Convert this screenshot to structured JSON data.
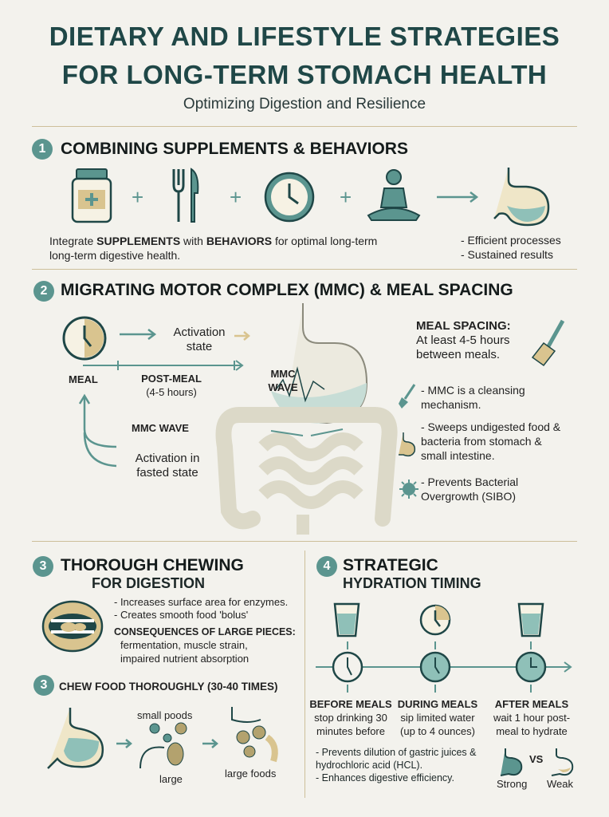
{
  "header": {
    "title_line1": "DIETARY AND LIFESTYLE STRATEGIES",
    "title_line2": "FOR LONG-TERM STOMACH HEALTH",
    "subtitle": "Optimizing Digestion and Resilience"
  },
  "section1": {
    "number": "1",
    "title": "COMBINING SUPPLEMENTS & BEHAVIORS",
    "icons": [
      "supplement-bottle-icon",
      "fork-knife-icon",
      "clock-icon",
      "meditation-icon",
      "stomach-icon"
    ],
    "plus": "+",
    "text_pre": "Integrate ",
    "text_b1": "SUPPLEMENTS",
    "text_mid": " with ",
    "text_b2": "BEHAVIORS",
    "text_post": " for optimal long-term",
    "text_line2": "long-term digestive health.",
    "results": [
      "- Efficient processes",
      "- Sustained results"
    ]
  },
  "section2": {
    "number": "2",
    "title": "MIGRATING MOTOR COMPLEX (MMC) & MEAL SPACING",
    "activation_state": "Activation state",
    "meal": "MEAL",
    "post_meal": "POST-MEAL",
    "post_meal_hours": "(4-5 hours)",
    "mmc_wave_stomach": "MMC WAVE",
    "mmc_wave": "MMC WAVE",
    "activation_fasted": "Activation in fasted state",
    "meal_spacing_title": "MEAL SPACING:",
    "meal_spacing_text": "At least 4-5 hours between meals.",
    "bullets": [
      "- MMC is a cleansing mechanism.",
      "- Sweeps undigested food & bacteria from stomach & small intestine.",
      "- Prevents Bacterial Overgrowth (SIBO)"
    ]
  },
  "section3": {
    "number": "3",
    "title_line1": "THOROUGH CHEWING",
    "title_line2": "FOR DIGESTION",
    "bullets": [
      "- Increases surface area for enzymes.",
      "- Creates smooth food 'bolus'"
    ],
    "consequences_title": "CONSEQUENCES OF LARGE PIECES:",
    "consequences_text": "fermentation, muscle strain, impaired nutrient absorption",
    "sub_number": "3",
    "sub_title": "CHEW FOOD THOROUGHLY (30-40 TIMES)",
    "label_small": "small poods",
    "label_large": "large",
    "label_large_foods": "large foods"
  },
  "section4": {
    "number": "4",
    "title_line1": "STRATEGIC",
    "title_line2": "HYDRATION TIMING",
    "timeline": [
      {
        "label": "BEFORE MEALS",
        "text": "stop drinking 30 minutes before"
      },
      {
        "label": "DURING MEALS",
        "text": "sip limited water (up to 4 ounces)"
      },
      {
        "label": "AFTER MEALS",
        "text": "wait 1 hour post-meal to hydrate"
      }
    ],
    "bullets": [
      "- Prevents dilution of gastric juices & hydrochloric acid (HCL).",
      "- Enhances digestive efficiency."
    ],
    "vs": "VS",
    "strong": "Strong",
    "weak": "Weak"
  },
  "colors": {
    "teal": "#5b958f",
    "dark": "#1f4747",
    "tan": "#d9c48f",
    "background": "#f3f2ed"
  }
}
